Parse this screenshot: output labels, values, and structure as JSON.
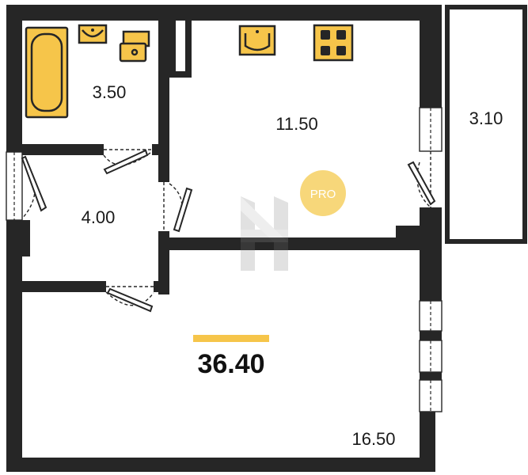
{
  "rooms": {
    "bathroom": {
      "area": "3.50"
    },
    "kitchen": {
      "area": "11.50"
    },
    "balcony": {
      "area": "3.10"
    },
    "hallway": {
      "area": "4.00"
    },
    "living_room": {
      "area": "16.50"
    }
  },
  "total_area": "36.40",
  "badge": {
    "text": "PRO"
  },
  "colors": {
    "wall": "#262626",
    "fixture": "#F6C54A",
    "accent_bar": "#F6C54A",
    "badge": "#F7D77A"
  }
}
